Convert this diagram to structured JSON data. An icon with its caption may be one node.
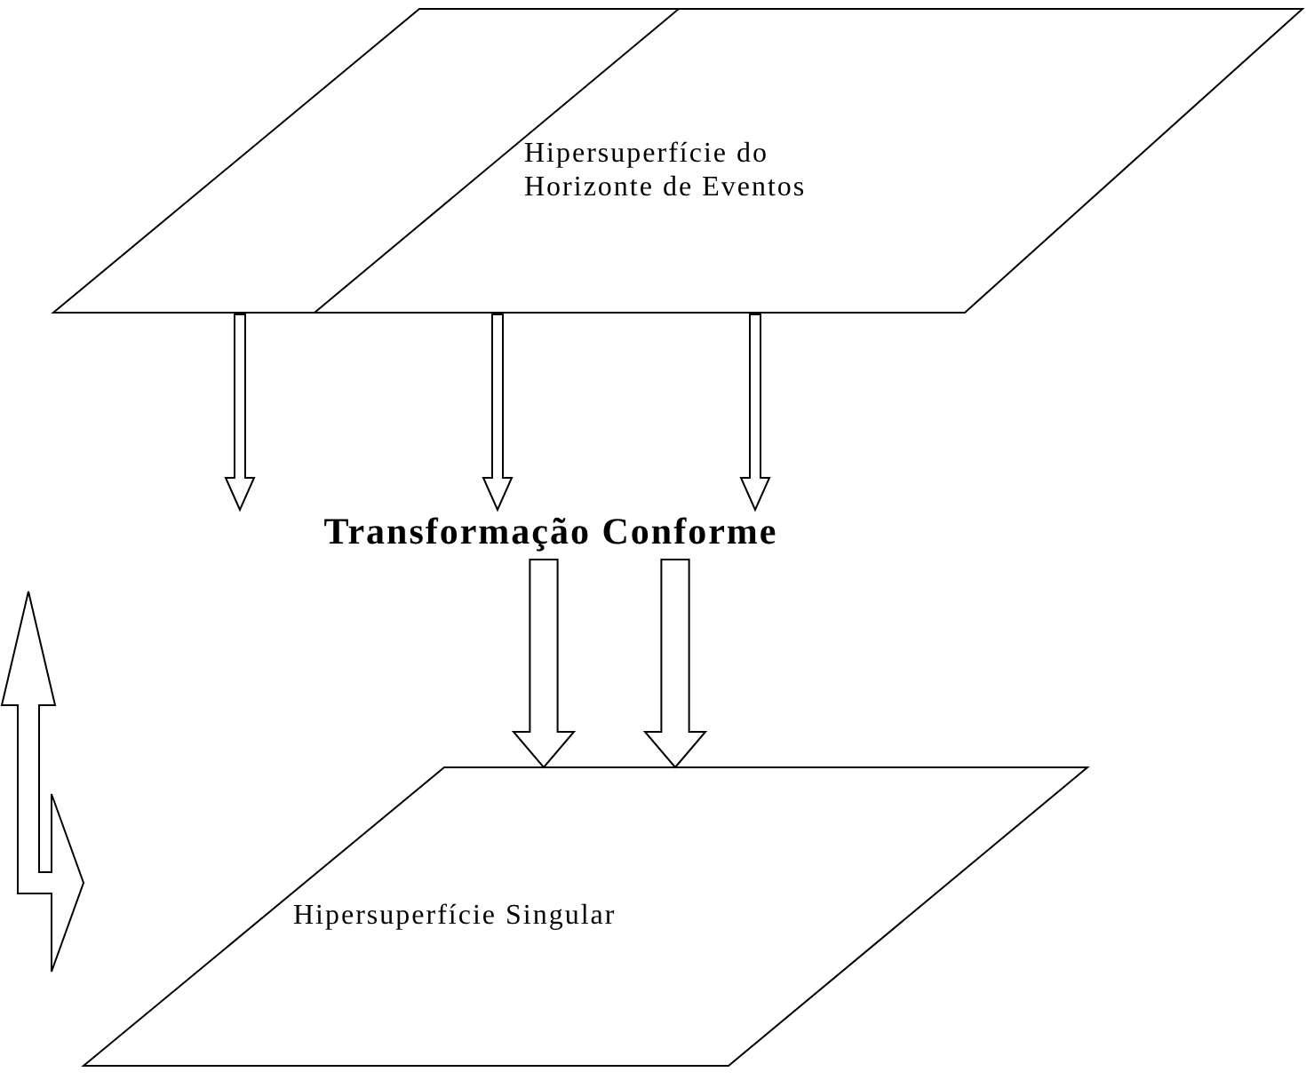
{
  "diagram": {
    "nodes": [
      {
        "text": [
          "Hipersuperfície do Horizonte de Eventos"
        ]
      },
      {
        "text": [
          "Transformação Conforme"
        ]
      },
      {
        "text": [
          "Hipersuperfície Singular"
        ]
      }
    ],
    "edges": [
      {
        "from": 0,
        "to": 1,
        "arrow": "to"
      },
      {
        "from": 0,
        "to": 1,
        "arrow": "to"
      },
      {
        "from": 0,
        "to": 1,
        "arrow": "to"
      },
      {
        "from": 1,
        "to": 2,
        "arrow": "to",
        "style": "thick"
      },
      {
        "from": 1,
        "to": 2,
        "arrow": "to",
        "style": "thick"
      },
      {
        "from": null,
        "to": 2,
        "arrow": "both"
      }
    ]
  }
}
